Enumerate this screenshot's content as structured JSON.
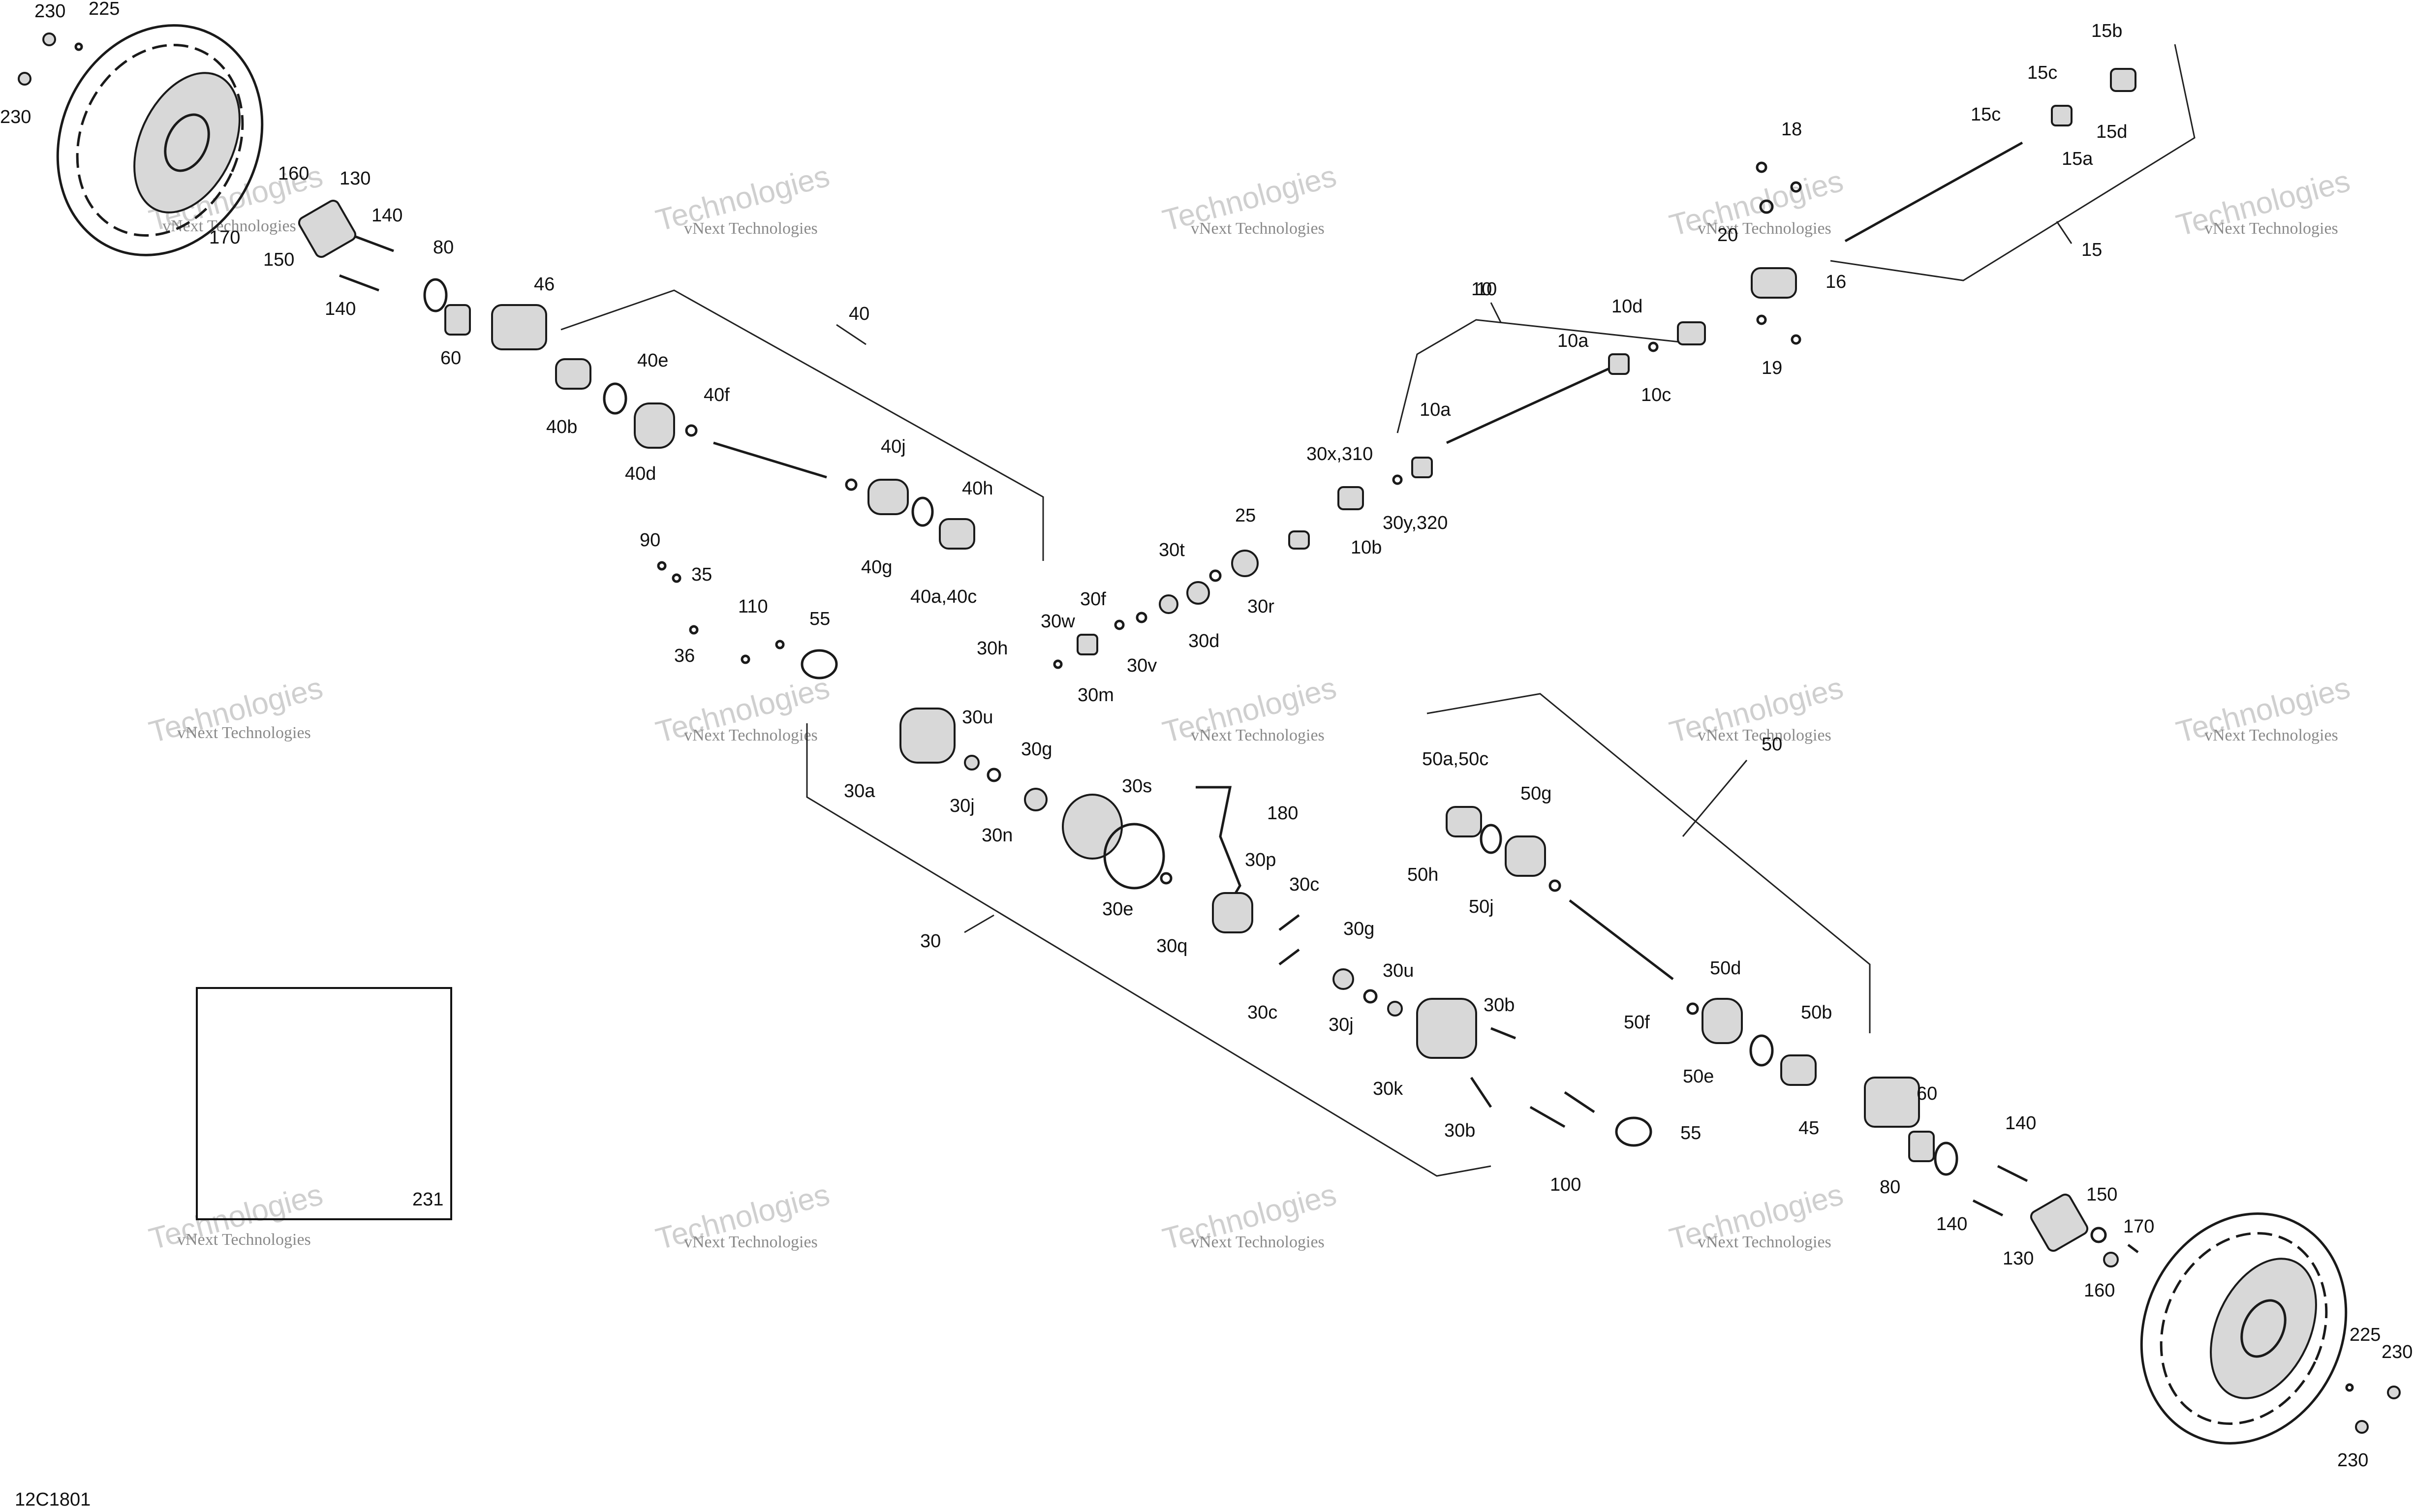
{
  "diagram": {
    "drawing_code": "12C1801",
    "inset_box_label": "231",
    "watermark": {
      "line1": "vNext Technologies",
      "line2": "Technologies"
    },
    "groups": [
      {
        "id": "10",
        "label": "10"
      },
      {
        "id": "15",
        "label": "15"
      },
      {
        "id": "30",
        "label": "30"
      },
      {
        "id": "40",
        "label": "40"
      },
      {
        "id": "50",
        "label": "50"
      }
    ],
    "callouts": [
      "230",
      "225",
      "230",
      "160",
      "130",
      "140",
      "170",
      "150",
      "140",
      "80",
      "46",
      "60",
      "40",
      "40e",
      "40b",
      "40d",
      "40f",
      "40j",
      "40h",
      "40g",
      "40a,40c",
      "90",
      "35",
      "110",
      "55",
      "36",
      "25",
      "30t",
      "30r",
      "30f",
      "30d",
      "30w",
      "30v",
      "30h",
      "30m",
      "30x,310",
      "10b",
      "30y,320",
      "10a",
      "10",
      "10d",
      "10a",
      "10c",
      "18",
      "20",
      "16",
      "19",
      "15",
      "15b",
      "15c",
      "15d",
      "15c",
      "15a",
      "30u",
      "30g",
      "30a",
      "30j",
      "30n",
      "30s",
      "180",
      "30e",
      "30p",
      "30c",
      "30q",
      "30c",
      "30g",
      "30u",
      "30j",
      "30b",
      "30k",
      "30b",
      "50a,50c",
      "50g",
      "50h",
      "50j",
      "50d",
      "50f",
      "50e",
      "50b",
      "50",
      "55",
      "100",
      "45",
      "60",
      "80",
      "140",
      "140",
      "130",
      "150",
      "170",
      "160",
      "225",
      "230",
      "230"
    ]
  }
}
